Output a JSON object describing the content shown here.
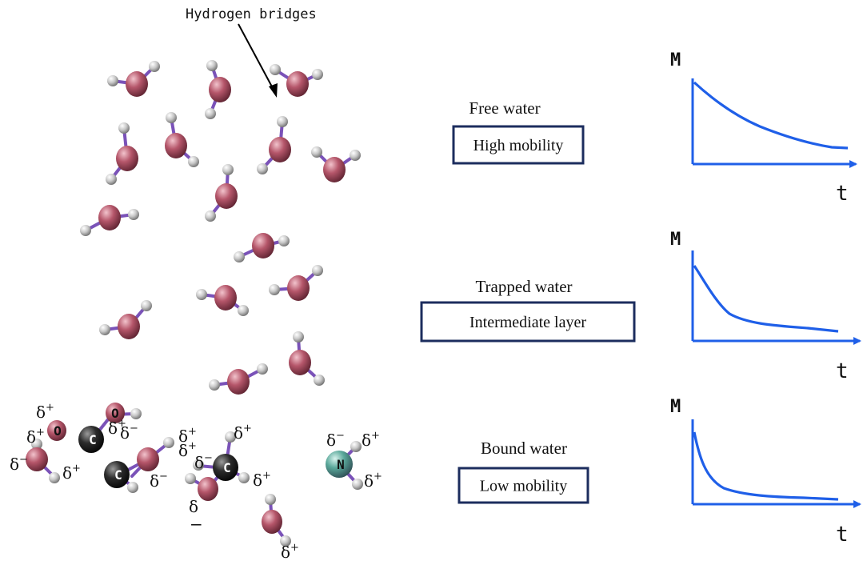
{
  "annotation": {
    "hydrogen_bridges": "Hydrogen bridges"
  },
  "states": [
    {
      "title": "Free water",
      "label": "High mobility",
      "y_axis": "M",
      "x_axis": "t"
    },
    {
      "title": "Trapped water",
      "label": "Intermediate layer",
      "y_axis": "M",
      "x_axis": "t"
    },
    {
      "title": "Bound water",
      "label": "Low mobility",
      "y_axis": "M",
      "x_axis": "t"
    }
  ],
  "atoms": {
    "oxygen": "O",
    "carbon": "C",
    "nitrogen": "N"
  },
  "charges": {
    "delta": "δ",
    "plus": "+",
    "minus": "−"
  },
  "colors": {
    "oxygen": "#b5566a",
    "hydrogen": "#c8c8c8",
    "carbon": "#2c2c2c",
    "nitrogen": "#5aa89a",
    "bond": "#7a52b8",
    "curve": "#1f5fe8",
    "box_border": "#1c2d5e"
  }
}
